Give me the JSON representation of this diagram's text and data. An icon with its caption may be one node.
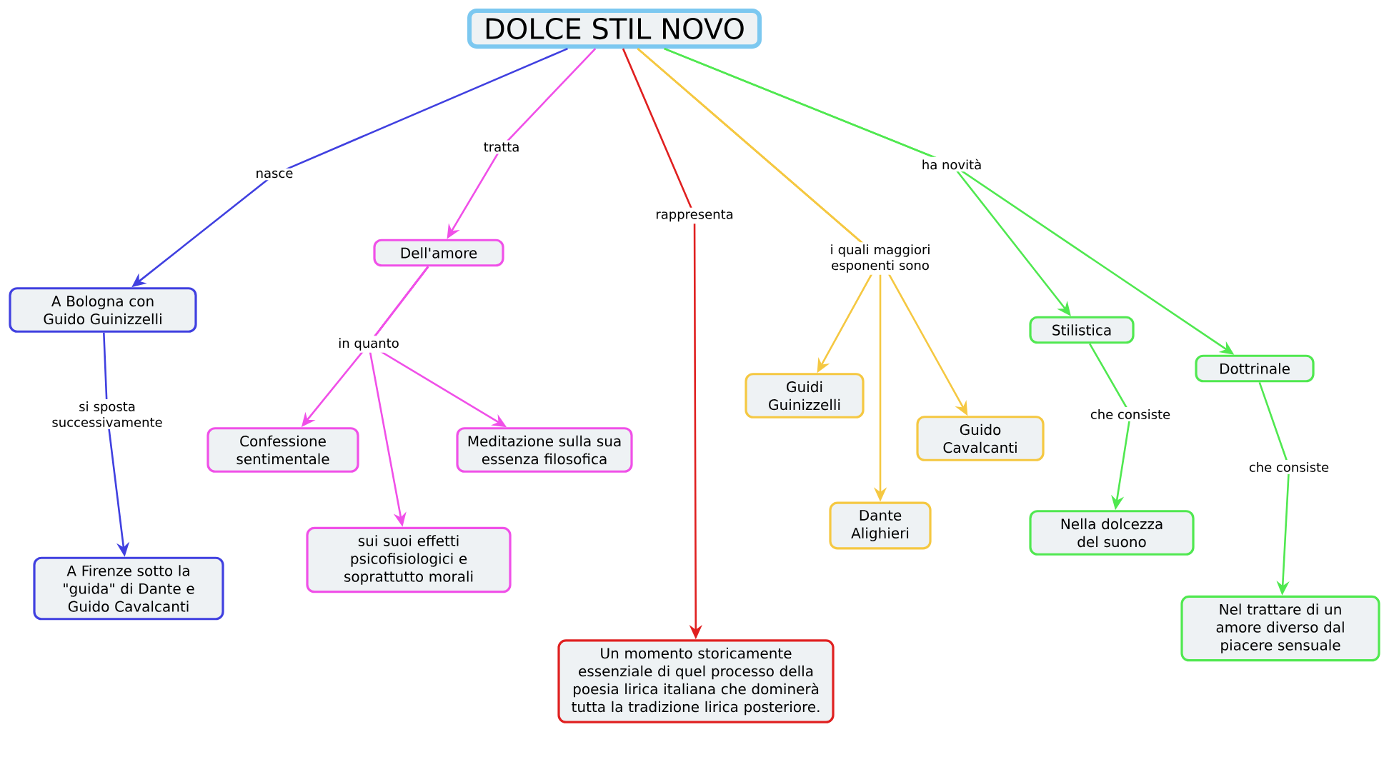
{
  "diagram": {
    "nodes": [
      {
        "text": [
          "DOLCE STIL NOVO"
        ]
      },
      {
        "text": [
          "A Bologna con Guido Guinizzelli"
        ]
      },
      {
        "text": [
          "A Firenze sotto la \"guida\" di Dante e Guido Cavalcanti"
        ]
      },
      {
        "text": [
          "Dell'amore"
        ]
      },
      {
        "text": [
          "Confessione sentimentale"
        ]
      },
      {
        "text": [
          "sui suoi effetti psicofisiologici e soprattutto morali"
        ]
      },
      {
        "text": [
          "Meditazione sulla sua essenza filosofica"
        ]
      },
      {
        "text": [
          "Un momento storicamente essenziale di quel processo della poesia lirica italiana che dominerà tutta la tradizione lirica posteriore."
        ]
      },
      {
        "text": [
          "Guidi Guinizzelli"
        ]
      },
      {
        "text": [
          "Dante Alighieri"
        ]
      },
      {
        "text": [
          "Guido Cavalcanti"
        ]
      },
      {
        "text": [
          "Stilistica"
        ]
      },
      {
        "text": [
          "Dottrinale"
        ]
      },
      {
        "text": [
          "Nella dolcezza del suono"
        ]
      },
      {
        "text": [
          "Nel trattare di un amore diverso dal piacere sensuale"
        ]
      }
    ],
    "edges": [
      {
        "from": 0,
        "to": 1,
        "arrow": "to",
        "label": "nasce",
        "color": "#4040e0"
      },
      {
        "from": 0,
        "to": 3,
        "arrow": "to",
        "label": "tratta",
        "color": "#f050e8"
      },
      {
        "from": 0,
        "to": 7,
        "arrow": "to",
        "label": "rappresenta",
        "color": "#e02020"
      },
      {
        "from": 0,
        "to": 8,
        "arrow": "to",
        "label": "i quali maggiori esponenti sono",
        "color": "#f5c842"
      },
      {
        "from": 0,
        "to": 9,
        "arrow": "to",
        "color": "#f5c842"
      },
      {
        "from": 0,
        "to": 10,
        "arrow": "to",
        "color": "#f5c842"
      },
      {
        "from": 0,
        "to": 11,
        "arrow": "to",
        "label": "ha novità",
        "color": "#50e850"
      },
      {
        "from": 0,
        "to": 12,
        "arrow": "to",
        "color": "#50e850"
      },
      {
        "from": 1,
        "to": 2,
        "arrow": "to",
        "label": "si sposta successivamente",
        "color": "#4040e0"
      },
      {
        "from": 3,
        "to": 4,
        "arrow": "to",
        "label": "in quanto",
        "color": "#f050e8"
      },
      {
        "from": 3,
        "to": 5,
        "arrow": "to",
        "color": "#f050e8"
      },
      {
        "from": 3,
        "to": 6,
        "arrow": "to",
        "color": "#f050e8"
      },
      {
        "from": 11,
        "to": 13,
        "arrow": "to",
        "label": "che consiste",
        "color": "#50e850"
      },
      {
        "from": 12,
        "to": 14,
        "arrow": "to",
        "label": "che consiste",
        "color": "#50e850"
      }
    ]
  }
}
